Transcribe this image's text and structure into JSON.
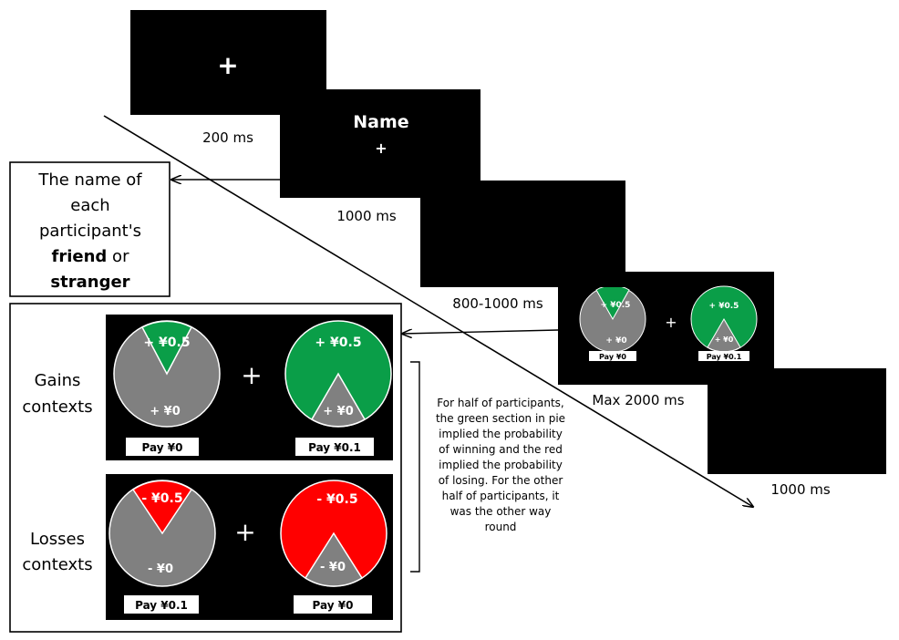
{
  "screens": [
    {
      "id": "fixation",
      "symbol": "+",
      "duration": "200 ms"
    },
    {
      "id": "name",
      "title": "Name",
      "symbol": "+",
      "duration": "1000 ms"
    },
    {
      "id": "blank",
      "duration": "800-1000 ms"
    },
    {
      "id": "choice",
      "symbol": "+",
      "duration": "Max 2000 ms",
      "left": {
        "win": "+ ¥0.5",
        "zero": "+ ¥0",
        "pay": "Pay ¥0"
      },
      "right": {
        "win": "+ ¥0.5",
        "zero": "+ ¥0",
        "pay": "Pay ¥0.1"
      }
    },
    {
      "id": "feedback",
      "duration": "1000 ms"
    }
  ],
  "name_note": {
    "lines": [
      "The name of",
      "each",
      "participant's"
    ],
    "friend": "friend",
    "or": " or",
    "stranger": "stranger"
  },
  "contexts": {
    "gains": {
      "label_lines": [
        "Gains",
        "contexts"
      ],
      "symbol": "+",
      "left": {
        "top": "+ ¥0.5",
        "bottom": "+ ¥0",
        "pay": "Pay ¥0"
      },
      "right": {
        "top": "+ ¥0.5",
        "bottom": "+ ¥0",
        "pay": "Pay ¥0.1"
      }
    },
    "losses": {
      "label_lines": [
        "Losses",
        "contexts"
      ],
      "symbol": "+",
      "left": {
        "top": "- ¥0.5",
        "bottom": "- ¥0",
        "pay": "Pay ¥0.1"
      },
      "right": {
        "top": "- ¥0.5",
        "bottom": "- ¥0",
        "pay": "Pay ¥0"
      }
    }
  },
  "explanation_lines": [
    "For half of participants,",
    "the green section in pie",
    "implied the probability",
    "of winning and the red",
    "implied the probability",
    "of losing. For the other",
    "half of participants, it",
    "was the other way",
    "round"
  ],
  "colors": {
    "green": "#0a9e48",
    "red": "#ff0000",
    "gray": "#808080",
    "black": "#000000",
    "white": "#ffffff"
  }
}
